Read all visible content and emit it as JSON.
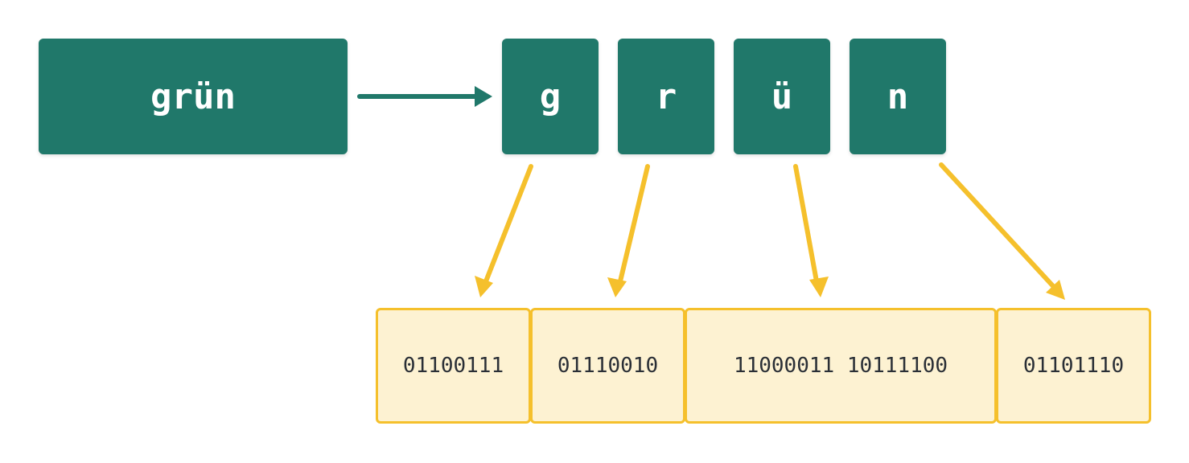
{
  "word": "grün",
  "characters": [
    "g",
    "r",
    "ü",
    "n"
  ],
  "bytes": [
    "01100111",
    "01110010",
    "11000011 10111100",
    "01101110"
  ],
  "colors": {
    "box_fill": "#20786a",
    "box_text": "#ffffff",
    "byte_fill": "#fdf2d2",
    "byte_border": "#f5c02c",
    "byte_text": "#2a2f36",
    "split_arrow": "#20786a",
    "encode_arrow": "#f5c02c"
  }
}
